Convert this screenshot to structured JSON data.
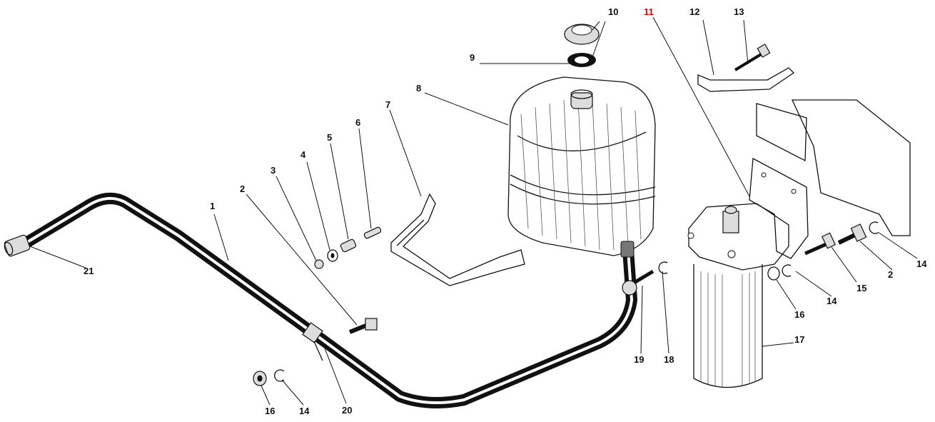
{
  "diagram": {
    "labels": [
      {
        "id": "1",
        "text": "1"
      },
      {
        "id": "2a",
        "text": "2"
      },
      {
        "id": "3",
        "text": "3"
      },
      {
        "id": "4",
        "text": "4"
      },
      {
        "id": "5",
        "text": "5"
      },
      {
        "id": "6",
        "text": "6"
      },
      {
        "id": "7",
        "text": "7"
      },
      {
        "id": "8",
        "text": "8"
      },
      {
        "id": "9",
        "text": "9"
      },
      {
        "id": "10",
        "text": "10"
      },
      {
        "id": "11",
        "text": "11"
      },
      {
        "id": "12",
        "text": "12"
      },
      {
        "id": "13",
        "text": "13"
      },
      {
        "id": "14a",
        "text": "14"
      },
      {
        "id": "2b",
        "text": "2"
      },
      {
        "id": "15",
        "text": "15"
      },
      {
        "id": "14b",
        "text": "14"
      },
      {
        "id": "16a",
        "text": "16"
      },
      {
        "id": "17",
        "text": "17"
      },
      {
        "id": "18",
        "text": "18"
      },
      {
        "id": "19",
        "text": "19"
      },
      {
        "id": "20",
        "text": "20"
      },
      {
        "id": "14c",
        "text": "14"
      },
      {
        "id": "16b",
        "text": "16"
      },
      {
        "id": "21",
        "text": "21"
      }
    ],
    "highlight_color": "#e00000",
    "ink_color": "#111111"
  }
}
